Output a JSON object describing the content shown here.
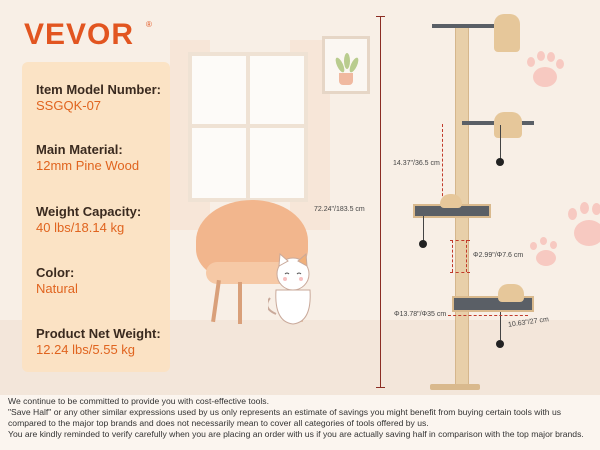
{
  "brand": {
    "name": "VEVOR",
    "reg": "®"
  },
  "specs": [
    {
      "label": "Item Model Number:",
      "value": "SSGQK-07"
    },
    {
      "label": "Main Material:",
      "value": "12mm Pine Wood"
    },
    {
      "label": "Weight Capacity:",
      "value": "40 lbs/18.14 kg"
    },
    {
      "label": "Color:",
      "value": "Natural"
    },
    {
      "label": "Product Net Weight:",
      "value": "12.24 lbs/5.55 kg"
    }
  ],
  "dimensions": {
    "height": "72.24\"/183.5  cm",
    "shelf_gap": "14.37\"/36.5  cm",
    "pole_diameter": "Φ2.99\"/Φ7.6 cm",
    "base_diameter": "Φ13.78\"/Φ35 cm",
    "base_width": "10.63\"/27 cm"
  },
  "disclaimer": [
    "We continue to be committed to provide you with cost-effective tools.",
    "\"Save Half\" or any other similar expressions used by us only represents an estimate of savings you might benefit from buying certain tools with us",
    "compared to the major top brands and does not necessarily mean to cover all categories of tools offered by us.",
    "You are kindly reminded to verify carefully when you are placing an order with us if you are actually saving half in comparison with the top major brands."
  ],
  "colors": {
    "brand": "#e25520",
    "value_text": "#e0641f",
    "dimension_line": "#8b2d23"
  }
}
